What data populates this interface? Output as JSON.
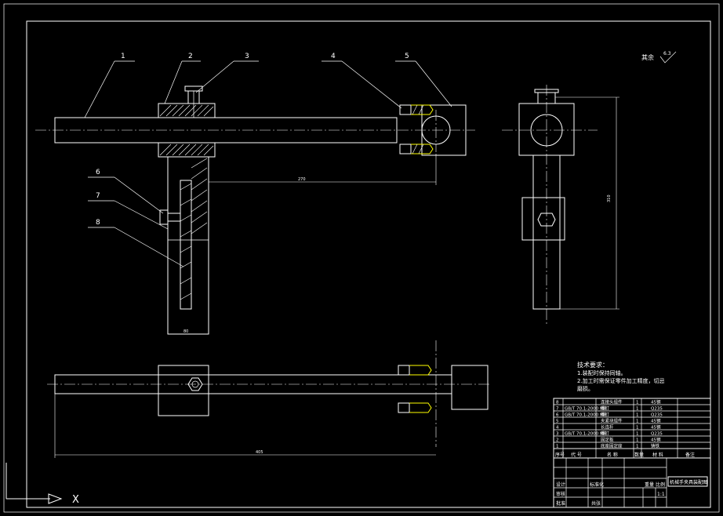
{
  "roughness": {
    "label": "其余",
    "value": "6.3"
  },
  "leaders": [
    "1",
    "2",
    "3",
    "4",
    "5",
    "6",
    "7",
    "8"
  ],
  "dimensions": {
    "horizontal_main": "270",
    "horizontal_bottom": "405",
    "width_block": "80",
    "vertical_side": "310"
  },
  "tech_requirements": {
    "title": "技术要求：",
    "lines": [
      "1.装配时保持同轴。",
      "2.加工时需保证零件加工精度，切忌",
      "磨损。"
    ]
  },
  "bom": {
    "rows": [
      {
        "no": "8",
        "code": "",
        "name": "连接头组件",
        "qty": "1",
        "material": "45钢"
      },
      {
        "no": "7",
        "code": "GB/T 70.1-2000 M8",
        "name": "螺钉",
        "qty": "1",
        "material": "Q235"
      },
      {
        "no": "6",
        "code": "GB/T 70.1-2000 M8",
        "name": "螺钉",
        "qty": "1",
        "material": "Q235"
      },
      {
        "no": "5",
        "code": "",
        "name": "夹紧块组件",
        "qty": "1",
        "material": "45钢"
      },
      {
        "no": "4",
        "code": "",
        "name": "长连杆",
        "qty": "1",
        "material": "45钢"
      },
      {
        "no": "3",
        "code": "GB/T 70.1-2000 M6",
        "name": "螺钉",
        "qty": "1",
        "material": "Q235"
      },
      {
        "no": "2",
        "code": "",
        "name": "固定板",
        "qty": "1",
        "material": "45钢"
      },
      {
        "no": "1",
        "code": "",
        "name": "底座固定座",
        "qty": "1",
        "material": "铸铁"
      }
    ],
    "header": {
      "no": "序号",
      "code": "代 号",
      "name": "名 称",
      "qty": "数量",
      "material": "材 料",
      "note": "备注"
    }
  },
  "title_block": {
    "drawing_title": "机械手夹具装配图",
    "labels": {
      "design": "设计",
      "check": "审核",
      "approve": "批准",
      "std": "标准化",
      "scale_label": "比例",
      "scale": "1:1",
      "weight": "重量",
      "sheet": "共张"
    }
  },
  "axis": {
    "x_label": "X"
  },
  "colors": {
    "line": "#ffffff",
    "accent": "#ffff00",
    "background": "#000000"
  }
}
